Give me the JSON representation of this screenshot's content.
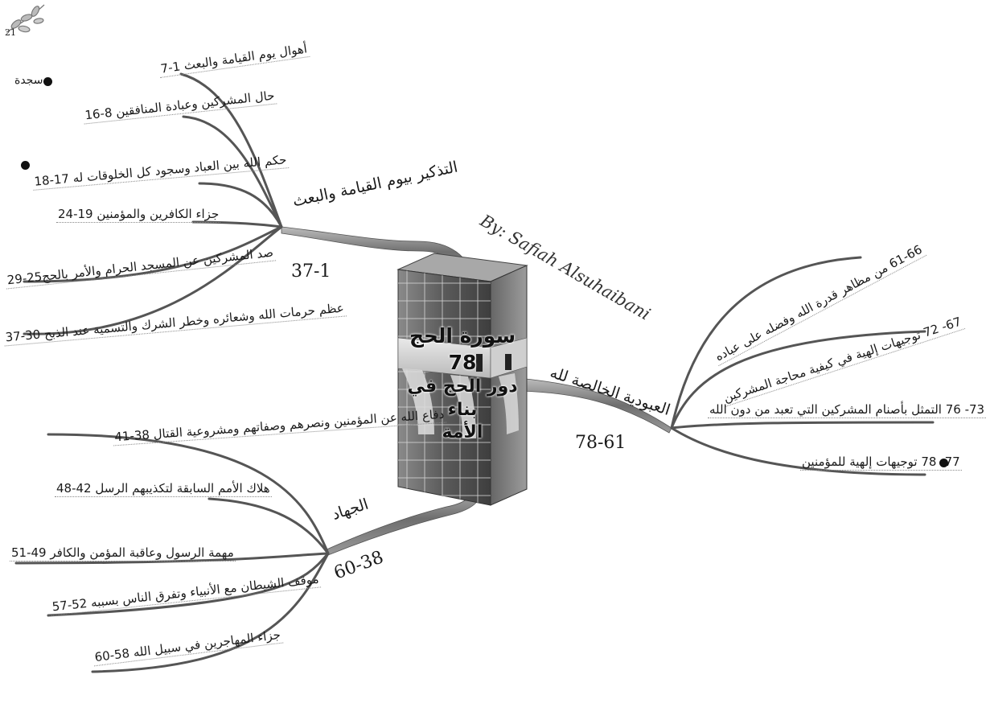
{
  "page_number": "21",
  "author": "By: Safiah Alsuhaibani",
  "center": {
    "line1": "سورة الحج",
    "line2": "78",
    "line3": "دور الحج في بناء",
    "line4": "الأمة"
  },
  "branches": {
    "qiyama": {
      "title": "التذكير بيوم القيامة والبعث",
      "range": "37-1",
      "items": [
        "أهوال يوم القيامة والبعث 1-7",
        "حال المشركين وعبادة المنافقين 8-16",
        "حكم الله بين العباد وسجود كل الخلوقات له 17-18",
        "جزاء الكافرين والمؤمنين 19-24",
        "صد المشركين عن المسجد الحرام والأمر بالحج25-29",
        "عظم حرمات الله وشعائره وخطر الشرك والتسمية عند الذبح 30-37"
      ],
      "sajda_label": "سجدة"
    },
    "jihad": {
      "title": "الجهاد",
      "range": "60-38",
      "items": [
        "دفاع الله عن المؤمنين ونصرهم وصفاتهم ومشروعية القتال 38-41",
        "هلاك الأمم السابقة لتكذيبهم الرسل 42-48",
        "مهمة الرسول وعاقبة المؤمن والكافر 49-51",
        "موقف الشيطان مع الأنبياء وتفرق الناس بسببه 52-57",
        "جزاء المهاجرين في سبيل الله 58-60"
      ]
    },
    "ubudiya": {
      "title": "العبودية الخالصة لله",
      "range": "78-61",
      "items": [
        "61-66 من مظاهر قدرة الله وفضله على عباده",
        "67- 72 توجيهات إلهية في كيفية محاجة المشركين",
        "73- 76 التمثل بأصنام المشركين التي تعبد من دون الله",
        "77- 78 توجيهات إلهية للمؤمنين"
      ]
    }
  }
}
